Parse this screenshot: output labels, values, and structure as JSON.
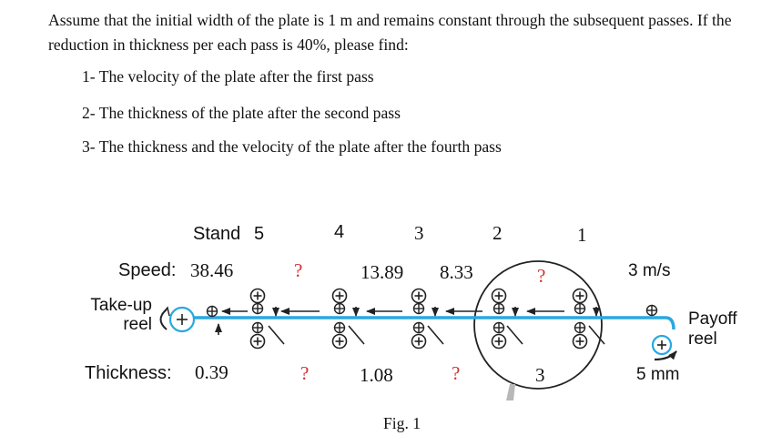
{
  "problem": {
    "intro": "Assume that the initial width of the plate is 1 m and remains constant through the subsequent passes. If the reduction in thickness per each pass is 40%, please find:",
    "questions": [
      "1- The velocity of the plate after the first pass",
      "2- The thickness of the plate after the second pass",
      "3- The thickness and the velocity of the plate after the fourth pass"
    ]
  },
  "figure": {
    "stand_label": "Stand",
    "stands": [
      "5",
      "4",
      "3",
      "2",
      "1"
    ],
    "speed_label": "Speed:",
    "speeds": [
      "38.46",
      "?",
      "13.89",
      "8.33",
      "?",
      "3 m/s"
    ],
    "thickness_label": "Thickness:",
    "thicknesses": [
      "0.39",
      "?",
      "1.08",
      "?",
      "3",
      "5 mm"
    ],
    "takeup_label": [
      "Take-up",
      "reel"
    ],
    "payoff_label": [
      "Payoff",
      "reel"
    ],
    "caption": "Fig. 1",
    "colors": {
      "strip": "#29a8e0",
      "question_mark": "#d32f2f",
      "circle": "#222222"
    }
  }
}
